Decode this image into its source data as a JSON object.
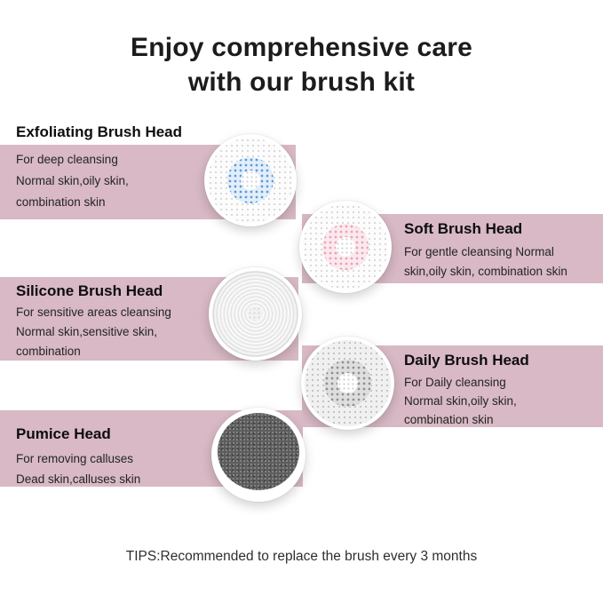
{
  "title": {
    "line1": "Enjoy comprehensive care",
    "line2": "with our brush kit"
  },
  "items": [
    {
      "heading": "Exfoliating Brush Head",
      "desc": [
        "For deep cleansing",
        "Normal skin,oily skin,",
        "combination skin"
      ]
    },
    {
      "heading": "Soft Brush Head",
      "desc": [
        "For gentle cleansing Normal",
        "skin,oily skin, combination skin"
      ]
    },
    {
      "heading": "Silicone Brush Head",
      "desc": [
        "For sensitive areas cleansing",
        "Normal skin,sensitive skin,",
        "combination"
      ]
    },
    {
      "heading": "Daily Brush Head",
      "desc": [
        "For Daily cleansing",
        "Normal skin,oily skin,",
        "combination skin"
      ]
    },
    {
      "heading": "Pumice Head",
      "desc": [
        "For removing calluses",
        "Dead skin,calluses skin"
      ]
    }
  ],
  "tips": "TIPS:Recommended to replace the brush every 3 months",
  "colors": {
    "band": "#d8b9c5",
    "exfoliating": "#5b9bd5",
    "soft": "#e8a2b4",
    "daily": "#8f8f8f",
    "pumice": "#5d5d5d"
  }
}
